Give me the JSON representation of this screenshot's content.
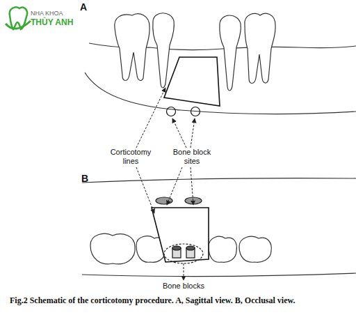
{
  "diagram": {
    "caption": "Fig.2 Schematic of the corticotomy procedure. A, Sagittal view. B, Occlusal view.",
    "labels": [
      "NHA KHOA",
      "THÙY ANH",
      "A",
      "Corticotomy lines",
      "Bone block sites",
      "B",
      "Bone blocks"
    ]
  }
}
